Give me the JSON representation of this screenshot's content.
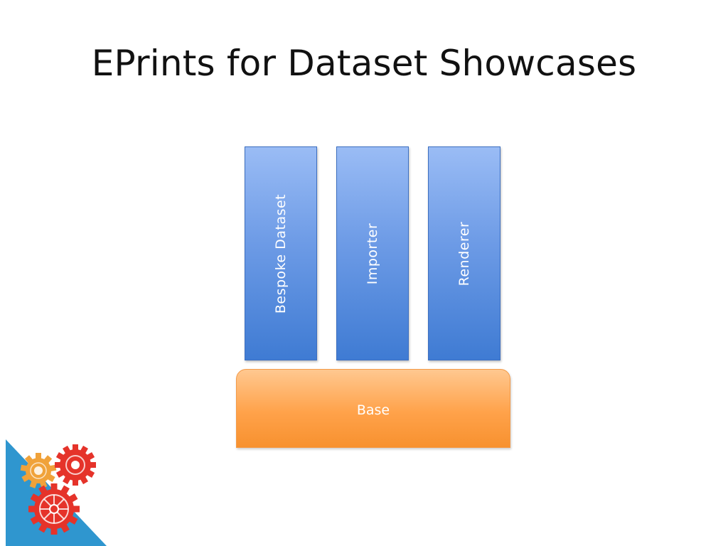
{
  "slide": {
    "title": "EPrints for Dataset Showcases"
  },
  "diagram": {
    "pillars": [
      {
        "label": "Bespoke Dataset"
      },
      {
        "label": "Importer"
      },
      {
        "label": "Renderer"
      }
    ],
    "base": {
      "label": "Base"
    }
  },
  "colors": {
    "pillar": "#5b8fe0",
    "base": "#ffa24a",
    "corner_triangle": "#2f96cf",
    "gear_orange": "#f0a23a",
    "gear_red": "#e5332a"
  },
  "icons": [
    "gears-logo-icon"
  ]
}
